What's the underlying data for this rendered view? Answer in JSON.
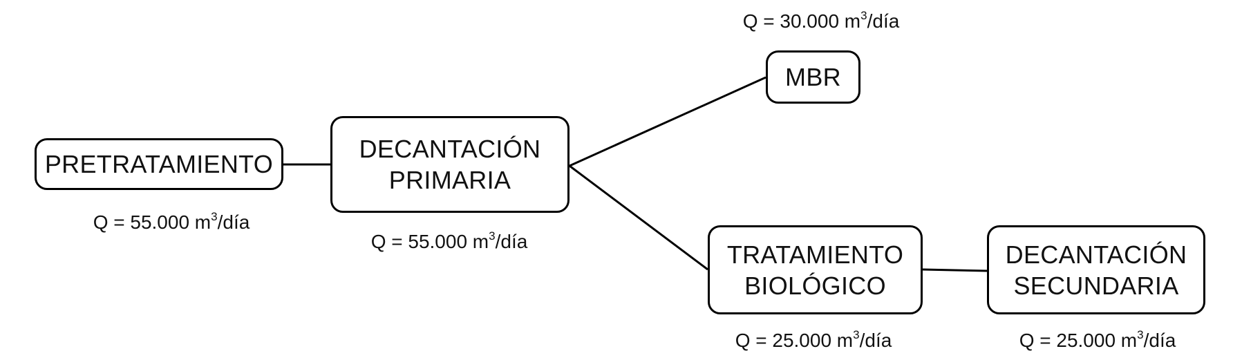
{
  "nodes": {
    "pretratamiento": {
      "lines": [
        "PRETRATAMIENTO"
      ]
    },
    "decantacion_primaria": {
      "lines": [
        "DECANTACIÓN",
        "PRIMARIA"
      ]
    },
    "mbr": {
      "lines": [
        "MBR"
      ]
    },
    "tratamiento_biologico": {
      "lines": [
        "TRATAMIENTO",
        "BIOLÓGICO"
      ]
    },
    "decantacion_secundaria": {
      "lines": [
        "DECANTACIÓN",
        "SECUNDARIA"
      ]
    }
  },
  "flows": {
    "pretratamiento": {
      "prefix": "Q = 55.000 m",
      "exponent": "3",
      "suffix": "/día"
    },
    "decantacion_primaria": {
      "prefix": "Q = 55.000 m",
      "exponent": "3",
      "suffix": "/día"
    },
    "mbr": {
      "prefix": "Q = 30.000 m",
      "exponent": "3",
      "suffix": "/día"
    },
    "tratamiento_biologico": {
      "prefix": "Q = 25.000 m",
      "exponent": "3",
      "suffix": "/día"
    },
    "decantacion_secundaria": {
      "prefix": "Q = 25.000 m",
      "exponent": "3",
      "suffix": "/día"
    }
  },
  "colors": {
    "stroke": "#000000",
    "background": "#ffffff",
    "text": "#111111"
  }
}
